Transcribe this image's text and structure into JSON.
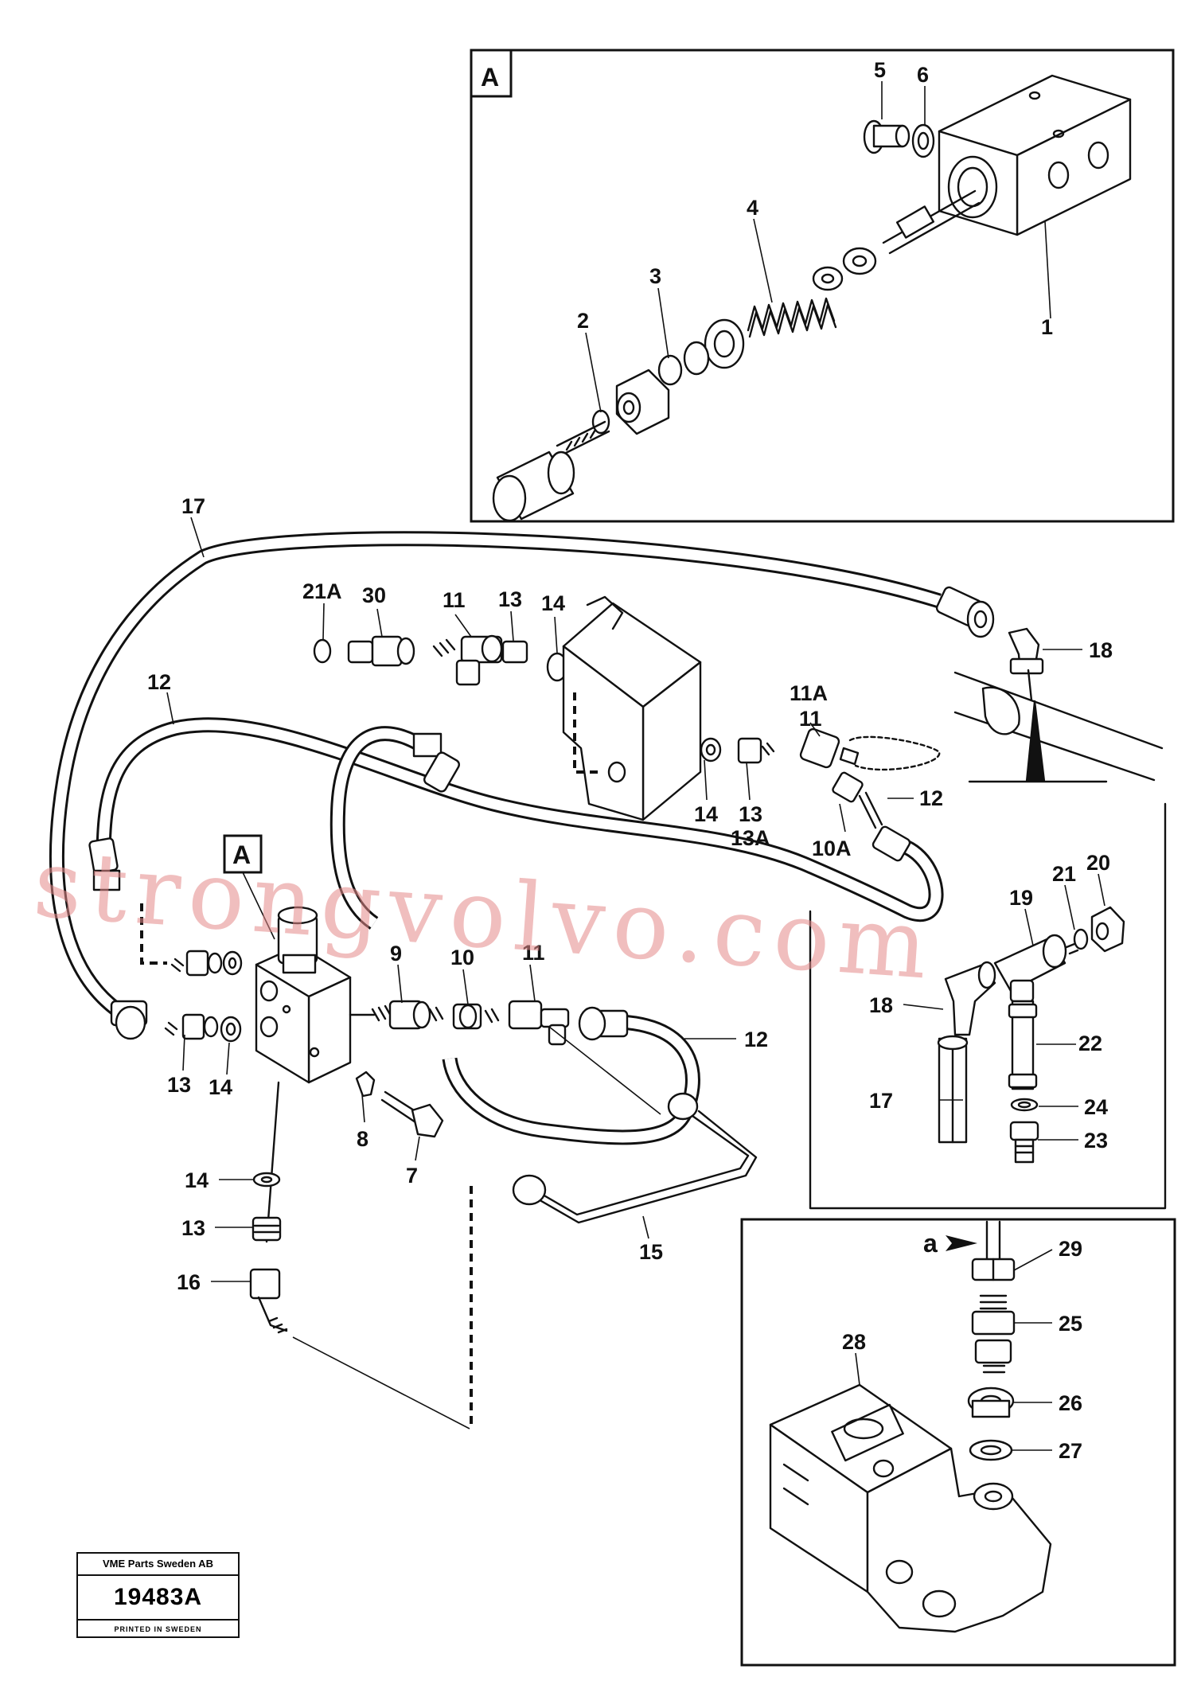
{
  "detail_labels": {
    "top": "A",
    "marker": "A",
    "arrow": "a"
  },
  "callouts": {
    "c1": "1",
    "c2": "2",
    "c3": "3",
    "c4": "4",
    "c5": "5",
    "c6": "6",
    "c17top": "17",
    "c21A": "21A",
    "c30": "30",
    "c11a": "11",
    "c13a": "13",
    "c14a": "14",
    "c18a": "18",
    "c12a": "12",
    "c11A": "11A",
    "c11b": "11",
    "c14b": "14",
    "c13b": "13",
    "c13Ab": "13A",
    "c12b": "12",
    "c10A": "10A",
    "c20": "20",
    "c21": "21",
    "c19": "19",
    "c18b": "18",
    "c22": "22",
    "c17b": "17",
    "c24": "24",
    "c23": "23",
    "c9": "9",
    "c10": "10",
    "c11c": "11",
    "c12c": "12",
    "c13c": "13",
    "c14c": "14",
    "c8": "8",
    "c7": "7",
    "c14d": "14",
    "c13d": "13",
    "c16": "16",
    "c15": "15",
    "c29": "29",
    "c25": "25",
    "c26": "26",
    "c27": "27",
    "c28": "28"
  },
  "watermark": "strongvolvo.com",
  "plate": {
    "company": "VME Parts Sweden AB",
    "number": "19483A",
    "printed": "PRINTED IN SWEDEN"
  }
}
